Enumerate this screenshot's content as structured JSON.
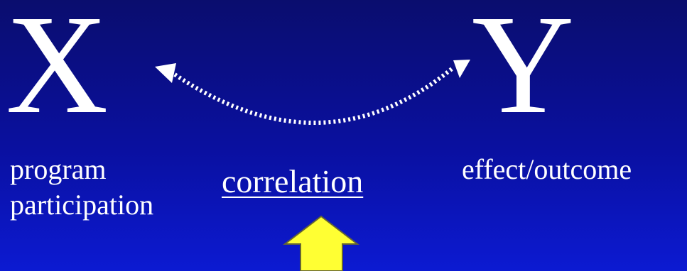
{
  "x_variable": {
    "letter": "X",
    "caption_line1": "program",
    "caption_line2": "participation"
  },
  "y_variable": {
    "letter": "Y",
    "caption": "effect/outcome"
  },
  "relationship_label": "correlation",
  "colors": {
    "background_top": "#0a0d6e",
    "background_bottom": "#0c1ad2",
    "text": "#ffffff",
    "pointer_fill": "#ffff33",
    "pointer_stroke": "#666633"
  },
  "icons": {
    "connector": "dotted-double-headed-curved-arrow",
    "pointer": "up-block-arrow"
  }
}
